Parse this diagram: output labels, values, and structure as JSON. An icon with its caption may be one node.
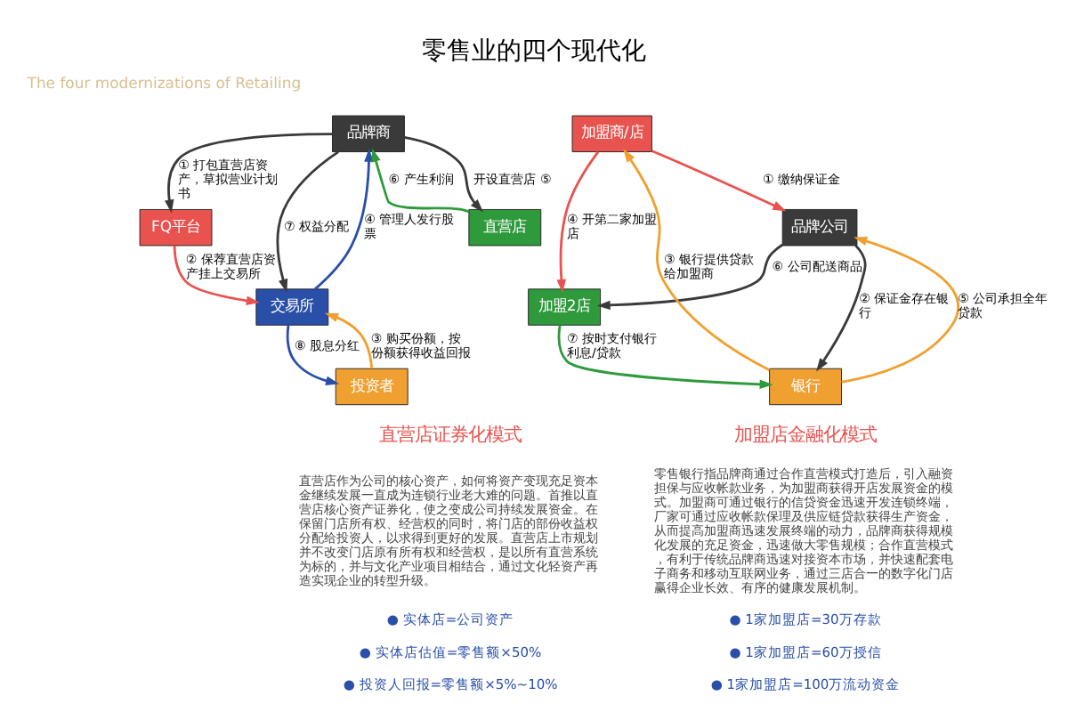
{
  "diagram": {
    "title": "零售业的四个现代化",
    "nodes": [
      {
        "text": [
          "品牌商"
        ]
      },
      {
        "text": [
          "FQ平台"
        ]
      },
      {
        "text": [
          "交易所"
        ]
      },
      {
        "text": [
          "直营店"
        ]
      },
      {
        "text": [
          "投资者"
        ]
      },
      {
        "text": [
          "加盟商/店"
        ]
      },
      {
        "text": [
          "品牌公司"
        ]
      },
      {
        "text": [
          "加盟2店"
        ]
      },
      {
        "text": [
          "银行"
        ]
      }
    ],
    "edges": [
      {
        "from": 0,
        "to": 1,
        "arrow": "to",
        "label": "① 打包直营店资产，草拟营业计划书"
      },
      {
        "from": 1,
        "to": 2,
        "arrow": "to",
        "label": "② 保荐直营店资产挂上交易所",
        "color": "#e8534f"
      },
      {
        "from": 2,
        "to": 0,
        "arrow": "to",
        "label": "④ 管理人发行股票",
        "color": "#2a4fa8"
      },
      {
        "from": 0,
        "to": 2,
        "arrow": "to",
        "label": "⑦ 权益分配"
      },
      {
        "from": 0,
        "to": 3,
        "arrow": "to",
        "label": "开设直营店 ⑤"
      },
      {
        "from": 3,
        "to": 0,
        "arrow": "to",
        "label": "⑥ 产生利润",
        "color": "#2e9a3c"
      },
      {
        "from": 2,
        "to": 4,
        "arrow": "to",
        "label": "⑧ 股息分红",
        "color": "#2a4fa8"
      },
      {
        "from": 4,
        "to": 2,
        "arrow": "to",
        "label": "③ 购买份额，按份额获得收益回报",
        "color": "#f0a030"
      },
      {
        "from": 5,
        "to": 7,
        "arrow": "to",
        "label": "④ 开第二家加盟店",
        "color": "#e8534f"
      },
      {
        "from": 5,
        "to": 6,
        "arrow": "to",
        "label": "① 缴纳保证金",
        "color": "#e8534f"
      },
      {
        "from": 6,
        "to": 7,
        "arrow": "to",
        "label": "⑥ 公司配送商品"
      },
      {
        "from": 6,
        "to": 8,
        "arrow": "to",
        "label": "② 保证金存在银行"
      },
      {
        "from": 8,
        "to": 6,
        "arrow": "to",
        "label": "⑤ 公司承担全年贷款",
        "color": "#f0a030"
      },
      {
        "from": 8,
        "to": 5,
        "arrow": "to",
        "label": "③ 银行提供贷款给加盟商",
        "color": "#f0a030"
      },
      {
        "from": 7,
        "to": 8,
        "arrow": "to",
        "label": "⑦ 按时支付银行利息/贷款",
        "color": "#2e9a3c"
      }
    ],
    "labels": [
      "The four modernizations of Retailing",
      "直营店证券化模式",
      "加盟店金融化模式",
      "直营店作为公司的核心资产，如何将资产变现充足资本金继续发展一直成为连锁行业老大难的问题。首推以直营店核心资产证券化，使之变成公司持续发展资金。在保留门店所有权、经营权的同时，将门店的部份收益权分配给投资人，以求得到更好的发展。直营店上市规划并不改变门店原有所有权和经营权，是以所有直营系统为标的，并与文化产业项目相结合，通过文化轻资产再造实现企业的转型升级。",
      "零售银行指品牌商通过合作直营模式打造后，引入融资担保与应收帐款业务，为加盟商获得开店发展资金的模式。加盟商可通过银行的信贷资金迅速开发连锁终端，厂家可通过应收帐款保理及供应链贷款获得生产资金，从而提高加盟商迅速发展终端的动力，品牌商获得规模化发展的充足资金，迅速做大零售规模；合作直营模式，有利于传统品牌商迅速对接资本市场，并快速配套电子商务和移动互联网业务，通过三店合一的数字化门店赢得企业长效、有序的健康发展机制。",
      "● 实体店=公司资产",
      "● 1家加盟店=30万存款",
      "● 实体店估值=零售额×50%",
      "● 1家加盟店=60万授信",
      "● 投资人回报=零售额×5%~10%",
      "● 1家加盟店=100万流动资金"
    ]
  }
}
